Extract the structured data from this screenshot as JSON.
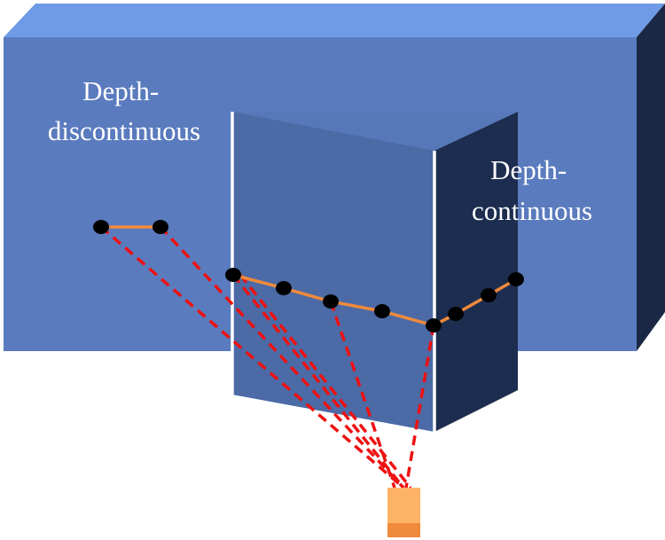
{
  "labels": {
    "discontinuous": {
      "line1": "Depth-",
      "line2": "discontinuous"
    },
    "continuous": {
      "line1": "Depth-",
      "line2": "continuous"
    }
  },
  "colors": {
    "back_top": "#6e9ae6",
    "back_front": "#5a7bbd",
    "back_side": "#1b2845",
    "wedge_left_face": "#4b6aa6",
    "wedge_top": "#5778b8",
    "wedge_right_face": "#1d2d4f",
    "edge": "#ffffff",
    "surface_line": "#f08a3c",
    "ray": "#ee1111",
    "point": "#000000",
    "sensor_top": "#ffb366",
    "sensor_bottom": "#f08a3c"
  },
  "icons": {
    "sensor": "depth-camera-icon"
  }
}
